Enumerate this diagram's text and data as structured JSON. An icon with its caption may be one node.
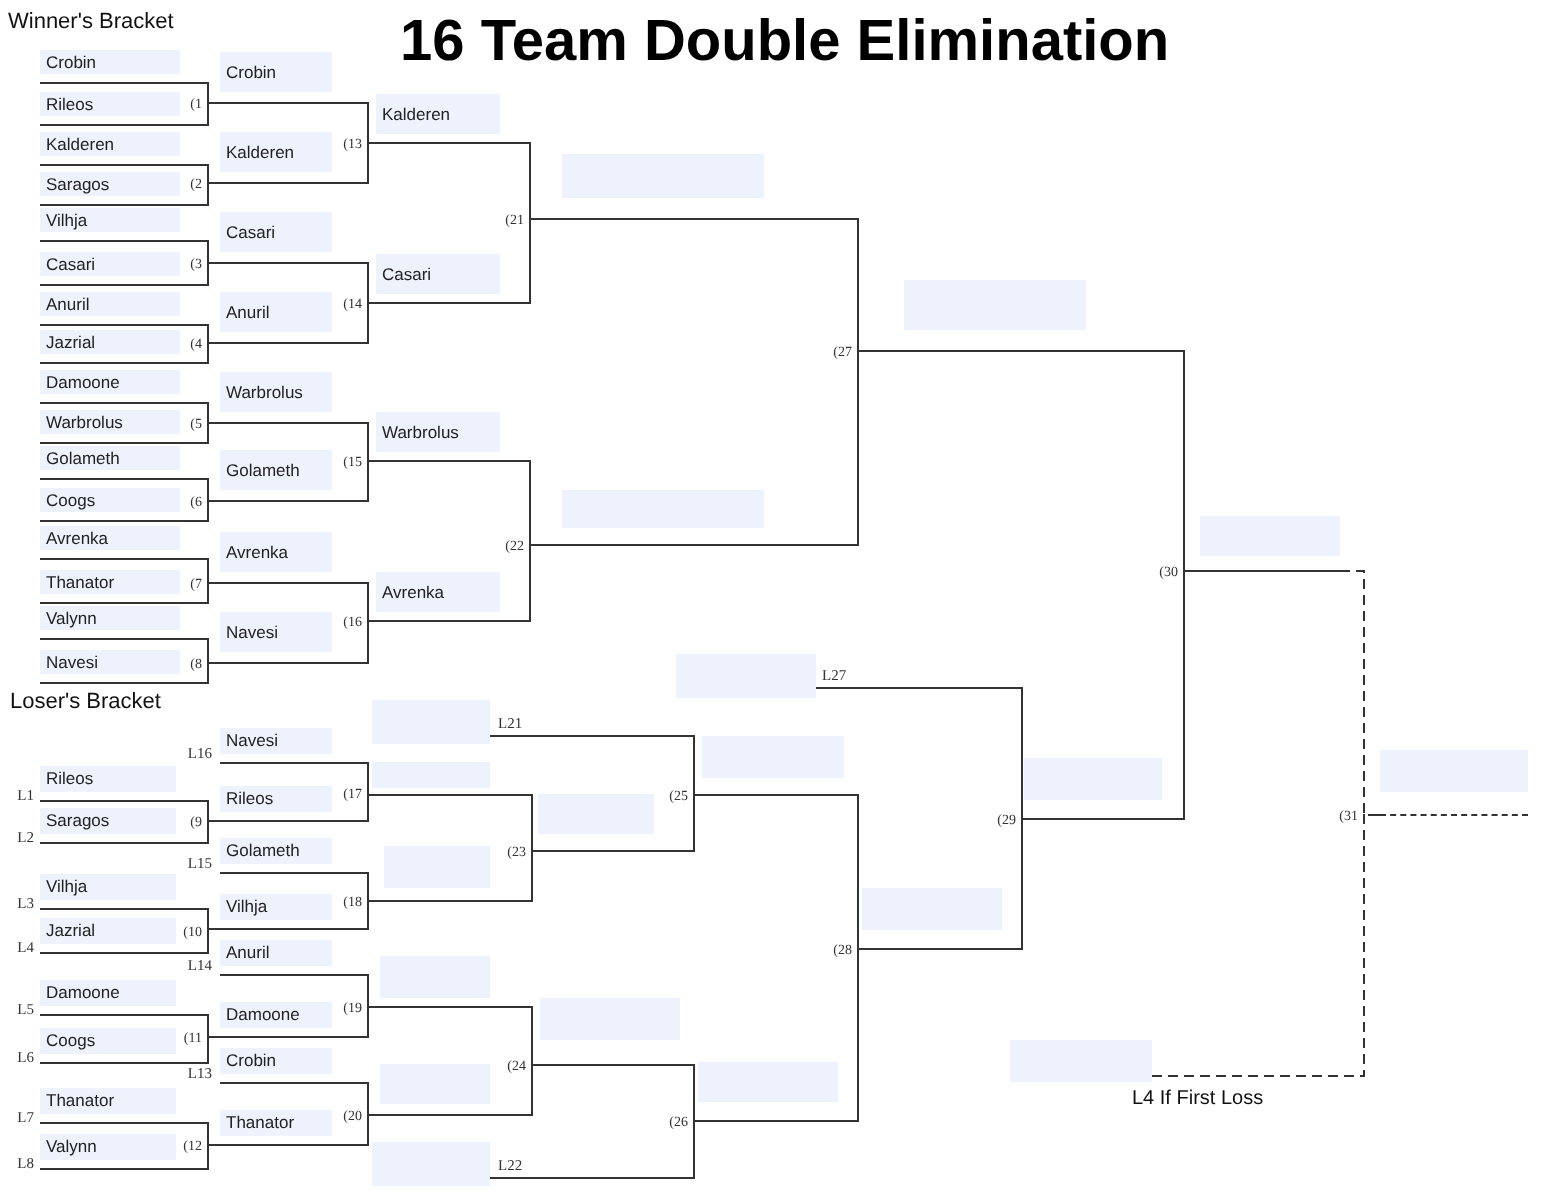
{
  "diagram": {
    "title": "16 Team Double Elimination",
    "nodes": [
      {
        "text": [
          "Crobin"
        ]
      },
      {
        "text": [
          "Rileos"
        ]
      },
      {
        "text": [
          "Kalderen"
        ]
      },
      {
        "text": [
          "Saragos"
        ]
      },
      {
        "text": [
          "Vilhja"
        ]
      },
      {
        "text": [
          "Casari"
        ]
      },
      {
        "text": [
          "Anuril"
        ]
      },
      {
        "text": [
          "Jazrial"
        ]
      },
      {
        "text": [
          "Damoone"
        ]
      },
      {
        "text": [
          "Warbrolus"
        ]
      },
      {
        "text": [
          "Golameth"
        ]
      },
      {
        "text": [
          "Coogs"
        ]
      },
      {
        "text": [
          "Avrenka"
        ]
      },
      {
        "text": [
          "Thanator"
        ]
      },
      {
        "text": [
          "Valynn"
        ]
      },
      {
        "text": [
          "Navesi"
        ]
      },
      {
        "text": [
          "Crobin"
        ]
      },
      {
        "text": [
          "Kalderen"
        ]
      },
      {
        "text": [
          "Casari"
        ]
      },
      {
        "text": [
          "Anuril"
        ]
      },
      {
        "text": [
          "Warbrolus"
        ]
      },
      {
        "text": [
          "Golameth"
        ]
      },
      {
        "text": [
          "Avrenka"
        ]
      },
      {
        "text": [
          "Navesi"
        ]
      },
      {
        "text": [
          "Kalderen"
        ]
      },
      {
        "text": [
          "Casari"
        ]
      },
      {
        "text": [
          "Warbrolus"
        ]
      },
      {
        "text": [
          "Avrenka"
        ]
      },
      {
        "text": [],
        "shape": "box"
      },
      {
        "text": [],
        "shape": "box"
      },
      {
        "text": [],
        "shape": "box"
      },
      {
        "text": [],
        "shape": "box"
      },
      {
        "text": [],
        "shape": "box"
      },
      {
        "text": [
          "Rileos"
        ]
      },
      {
        "text": [
          "Saragos"
        ]
      },
      {
        "text": [
          "Vilhja"
        ]
      },
      {
        "text": [
          "Jazrial"
        ]
      },
      {
        "text": [
          "Damoone"
        ]
      },
      {
        "text": [
          "Coogs"
        ]
      },
      {
        "text": [
          "Thanator"
        ]
      },
      {
        "text": [
          "Valynn"
        ]
      },
      {
        "text": [
          "Navesi"
        ]
      },
      {
        "text": [
          "Rileos"
        ]
      },
      {
        "text": [
          "Golameth"
        ]
      },
      {
        "text": [
          "Vilhja"
        ]
      },
      {
        "text": [
          "Anuril"
        ]
      },
      {
        "text": [
          "Damoone"
        ]
      },
      {
        "text": [
          "Crobin"
        ]
      },
      {
        "text": [
          "Thanator"
        ]
      },
      {
        "text": [],
        "shape": "box"
      },
      {
        "text": [],
        "shape": "box"
      },
      {
        "text": [],
        "shape": "box"
      },
      {
        "text": [],
        "shape": "box"
      },
      {
        "text": [],
        "shape": "box"
      },
      {
        "text": [],
        "shape": "box"
      },
      {
        "text": [],
        "shape": "box"
      },
      {
        "text": [],
        "shape": "box"
      },
      {
        "text": [],
        "shape": "box"
      },
      {
        "text": [],
        "shape": "box"
      },
      {
        "text": [],
        "shape": "box"
      },
      {
        "text": [],
        "shape": "box"
      },
      {
        "text": [],
        "shape": "box"
      },
      {
        "text": [],
        "shape": "box"
      }
    ],
    "edges": [
      {
        "from": 0,
        "to": 16,
        "arrow": "none"
      },
      {
        "from": 1,
        "to": 16,
        "arrow": "none"
      },
      {
        "from": 2,
        "to": 17,
        "arrow": "none"
      },
      {
        "from": 3,
        "to": 17,
        "arrow": "none"
      },
      {
        "from": 4,
        "to": 18,
        "arrow": "none"
      },
      {
        "from": 5,
        "to": 18,
        "arrow": "none"
      },
      {
        "from": 6,
        "to": 19,
        "arrow": "none"
      },
      {
        "from": 7,
        "to": 19,
        "arrow": "none"
      },
      {
        "from": 8,
        "to": 20,
        "arrow": "none"
      },
      {
        "from": 9,
        "to": 20,
        "arrow": "none"
      },
      {
        "from": 10,
        "to": 21,
        "arrow": "none"
      },
      {
        "from": 11,
        "to": 21,
        "arrow": "none"
      },
      {
        "from": 12,
        "to": 22,
        "arrow": "none"
      },
      {
        "from": 13,
        "to": 22,
        "arrow": "none"
      },
      {
        "from": 14,
        "to": 23,
        "arrow": "none"
      },
      {
        "from": 15,
        "to": 23,
        "arrow": "none"
      },
      {
        "from": 16,
        "to": 24,
        "arrow": "none"
      },
      {
        "from": 17,
        "to": 24,
        "arrow": "none"
      },
      {
        "from": 18,
        "to": 25,
        "arrow": "none"
      },
      {
        "from": 19,
        "to": 25,
        "arrow": "none"
      },
      {
        "from": 20,
        "to": 26,
        "arrow": "none"
      },
      {
        "from": 21,
        "to": 26,
        "arrow": "none"
      },
      {
        "from": 22,
        "to": 27,
        "arrow": "none"
      },
      {
        "from": 23,
        "to": 27,
        "arrow": "none"
      },
      {
        "from": 24,
        "to": 28,
        "arrow": "none"
      },
      {
        "from": 25,
        "to": 28,
        "arrow": "none"
      },
      {
        "from": 26,
        "to": 29,
        "arrow": "none"
      },
      {
        "from": 27,
        "to": 29,
        "arrow": "none"
      },
      {
        "from": 28,
        "to": 30,
        "arrow": "none"
      },
      {
        "from": 29,
        "to": 30,
        "arrow": "none"
      },
      {
        "from": 30,
        "to": 31,
        "arrow": "none"
      },
      {
        "from": 61,
        "to": 31,
        "arrow": "none"
      },
      {
        "from": 31,
        "to": 32,
        "arrow": "none",
        "style": "dashed"
      },
      {
        "from": 62,
        "to": 32,
        "arrow": "none",
        "style": "dashed"
      },
      {
        "from": 33,
        "to": 42,
        "arrow": "none"
      },
      {
        "from": 34,
        "to": 42,
        "arrow": "none"
      },
      {
        "from": 35,
        "to": 44,
        "arrow": "none"
      },
      {
        "from": 36,
        "to": 44,
        "arrow": "none"
      },
      {
        "from": 37,
        "to": 46,
        "arrow": "none"
      },
      {
        "from": 38,
        "to": 46,
        "arrow": "none"
      },
      {
        "from": 39,
        "to": 48,
        "arrow": "none"
      },
      {
        "from": 40,
        "to": 48,
        "arrow": "none"
      },
      {
        "from": 41,
        "to": 50,
        "arrow": "none"
      },
      {
        "from": 42,
        "to": 50,
        "arrow": "none"
      },
      {
        "from": 43,
        "to": 51,
        "arrow": "none"
      },
      {
        "from": 44,
        "to": 51,
        "arrow": "none"
      },
      {
        "from": 45,
        "to": 52,
        "arrow": "none"
      },
      {
        "from": 46,
        "to": 52,
        "arrow": "none"
      },
      {
        "from": 47,
        "to": 53,
        "arrow": "none"
      },
      {
        "from": 48,
        "to": 53,
        "arrow": "none"
      },
      {
        "from": 50,
        "to": 55,
        "arrow": "none"
      },
      {
        "from": 51,
        "to": 55,
        "arrow": "none"
      },
      {
        "from": 52,
        "to": 56,
        "arrow": "none"
      },
      {
        "from": 53,
        "to": 56,
        "arrow": "none"
      },
      {
        "from": 49,
        "to": 57,
        "arrow": "none"
      },
      {
        "from": 55,
        "to": 57,
        "arrow": "none"
      },
      {
        "from": 56,
        "to": 58,
        "arrow": "none"
      },
      {
        "from": 54,
        "to": 58,
        "arrow": "none"
      },
      {
        "from": 57,
        "to": 60,
        "arrow": "none"
      },
      {
        "from": 58,
        "to": 60,
        "arrow": "none"
      },
      {
        "from": 59,
        "to": 61,
        "arrow": "none"
      },
      {
        "from": 60,
        "to": 61,
        "arrow": "none"
      }
    ],
    "labels": [
      "Winner's Bracket",
      "(1",
      "(2",
      "(3",
      "(4",
      "(5",
      "(6",
      "(7",
      "(8",
      "(13",
      "(14",
      "(15",
      "(16",
      "(21",
      "(22",
      "(27",
      "(30",
      "Loser's Bracket",
      "L1",
      "L2",
      "L3",
      "L4",
      "L5",
      "L6",
      "L7",
      "L8",
      "(9",
      "(10",
      "(11",
      "(12",
      "L16",
      "L15",
      "L14",
      "L13",
      "(17",
      "(18",
      "(19",
      "(20",
      "L21",
      "(23",
      "(24",
      "L22",
      "(25",
      "(26",
      "L27",
      "(28",
      "(29",
      "(31",
      "L4 If First Loss"
    ]
  }
}
